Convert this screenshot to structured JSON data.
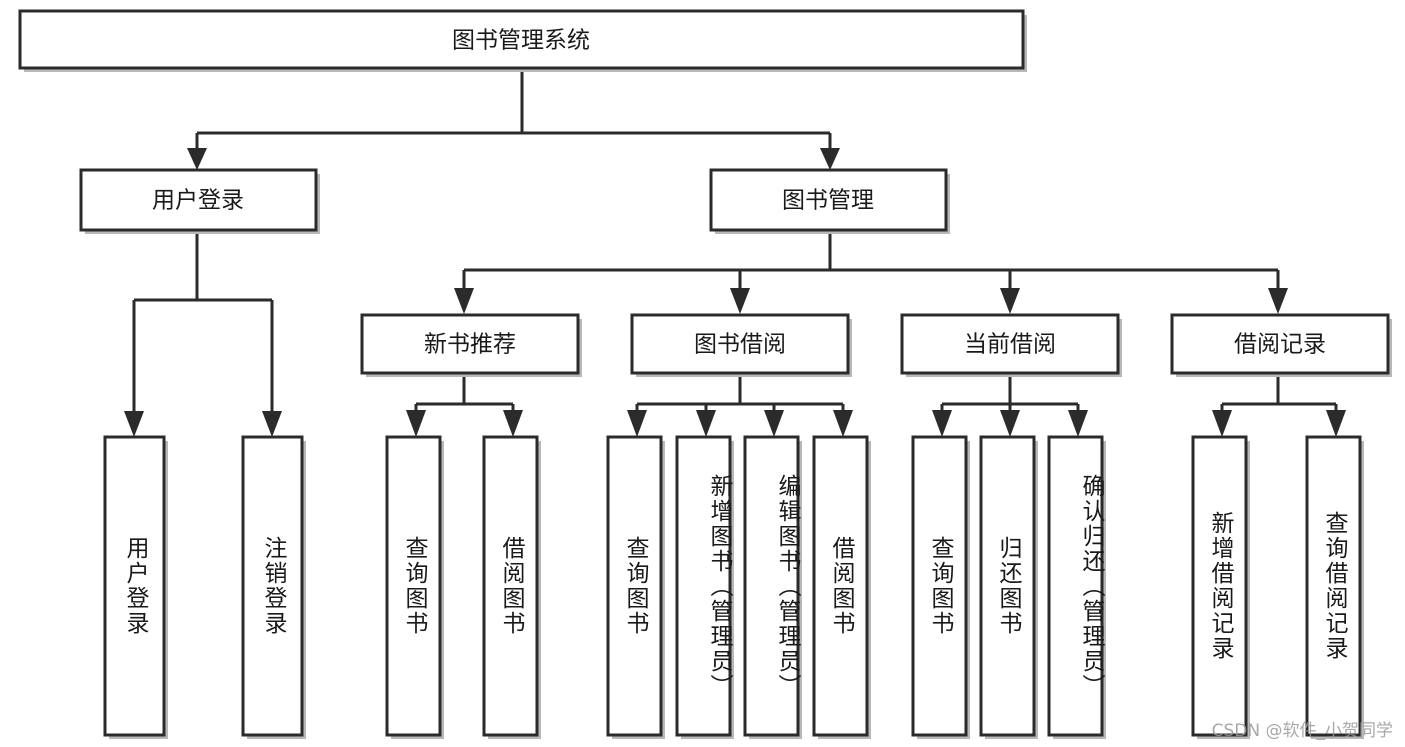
{
  "diagram": {
    "title": "图书管理系统",
    "type": "hierarchy-tree",
    "watermark": "CSDN @软件_小贺同学",
    "colors": {
      "box_stroke": "#2b2b2b",
      "box_fill": "#ffffff",
      "text": "#1a1a1a",
      "watermark": "#9a9a9a",
      "background": "#ffffff"
    },
    "levels": {
      "root": {
        "label": "图书管理系统",
        "orientation": "horizontal"
      },
      "level2": [
        {
          "id": "user-login",
          "label": "用户登录",
          "orientation": "horizontal"
        },
        {
          "id": "book-manage",
          "label": "图书管理",
          "orientation": "horizontal"
        }
      ],
      "level3": [
        {
          "id": "new-book-rec",
          "label": "新书推荐",
          "orientation": "horizontal",
          "parent": "book-manage"
        },
        {
          "id": "book-borrow",
          "label": "图书借阅",
          "orientation": "horizontal",
          "parent": "book-manage"
        },
        {
          "id": "current-borrow",
          "label": "当前借阅",
          "orientation": "horizontal",
          "parent": "book-manage"
        },
        {
          "id": "borrow-record",
          "label": "借阅记录",
          "orientation": "horizontal",
          "parent": "book-manage"
        }
      ],
      "leaves": [
        {
          "id": "leaf-user-login",
          "label": "用户登录",
          "orientation": "vertical",
          "parent": "user-login"
        },
        {
          "id": "leaf-logout-login",
          "label": "注销登录",
          "orientation": "vertical",
          "parent": "user-login"
        },
        {
          "id": "leaf-query-book-1",
          "label": "查询图书",
          "orientation": "vertical",
          "parent": "new-book-rec"
        },
        {
          "id": "leaf-borrow-book-1",
          "label": "借阅图书",
          "orientation": "vertical",
          "parent": "new-book-rec"
        },
        {
          "id": "leaf-query-book-2",
          "label": "查询图书",
          "orientation": "vertical",
          "parent": "book-borrow"
        },
        {
          "id": "leaf-add-book",
          "label": "新增图书（管理员）",
          "orientation": "vertical",
          "parent": "book-borrow"
        },
        {
          "id": "leaf-edit-book",
          "label": "编辑图书（管理员）",
          "orientation": "vertical",
          "parent": "book-borrow"
        },
        {
          "id": "leaf-borrow-book-2",
          "label": "借阅图书",
          "orientation": "vertical",
          "parent": "book-borrow"
        },
        {
          "id": "leaf-query-book-3",
          "label": "查询图书",
          "orientation": "vertical",
          "parent": "current-borrow"
        },
        {
          "id": "leaf-return-book",
          "label": "归还图书",
          "orientation": "vertical",
          "parent": "current-borrow"
        },
        {
          "id": "leaf-confirm-return",
          "label": "确认归还（管理员）",
          "orientation": "vertical",
          "parent": "current-borrow"
        },
        {
          "id": "leaf-add-record",
          "label": "新增借阅记录",
          "orientation": "vertical",
          "parent": "borrow-record"
        },
        {
          "id": "leaf-query-record",
          "label": "查询借阅记录",
          "orientation": "vertical",
          "parent": "borrow-record"
        }
      ]
    }
  }
}
